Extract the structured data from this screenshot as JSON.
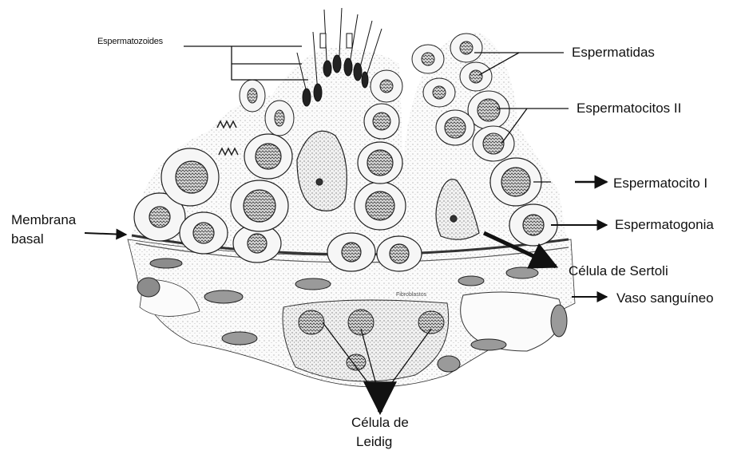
{
  "labels": {
    "espermatozoides": "Espermatozoides",
    "espermatidas": "Espermatidas",
    "espermatocitos_ii": "Espermatocitos II",
    "espermatocito_i": "Espermatocito I",
    "espermatogonia": "Espermatogonia",
    "membrana_basal_1": "Membrana",
    "membrana_basal_2": "basal",
    "celula_sertoli": "Célula de Sertoli",
    "vaso_sanguineo": "Vaso sanguíneo",
    "celula_leidig_1": "Célula de",
    "celula_leidig_2": "Leidig",
    "fibroblastos": "Fibroblastos"
  },
  "colors": {
    "ink": "#111111",
    "cell_fill": "#f7f7f7",
    "stipple": "#e9e9e9",
    "nucleus": "#9a9a9a"
  }
}
